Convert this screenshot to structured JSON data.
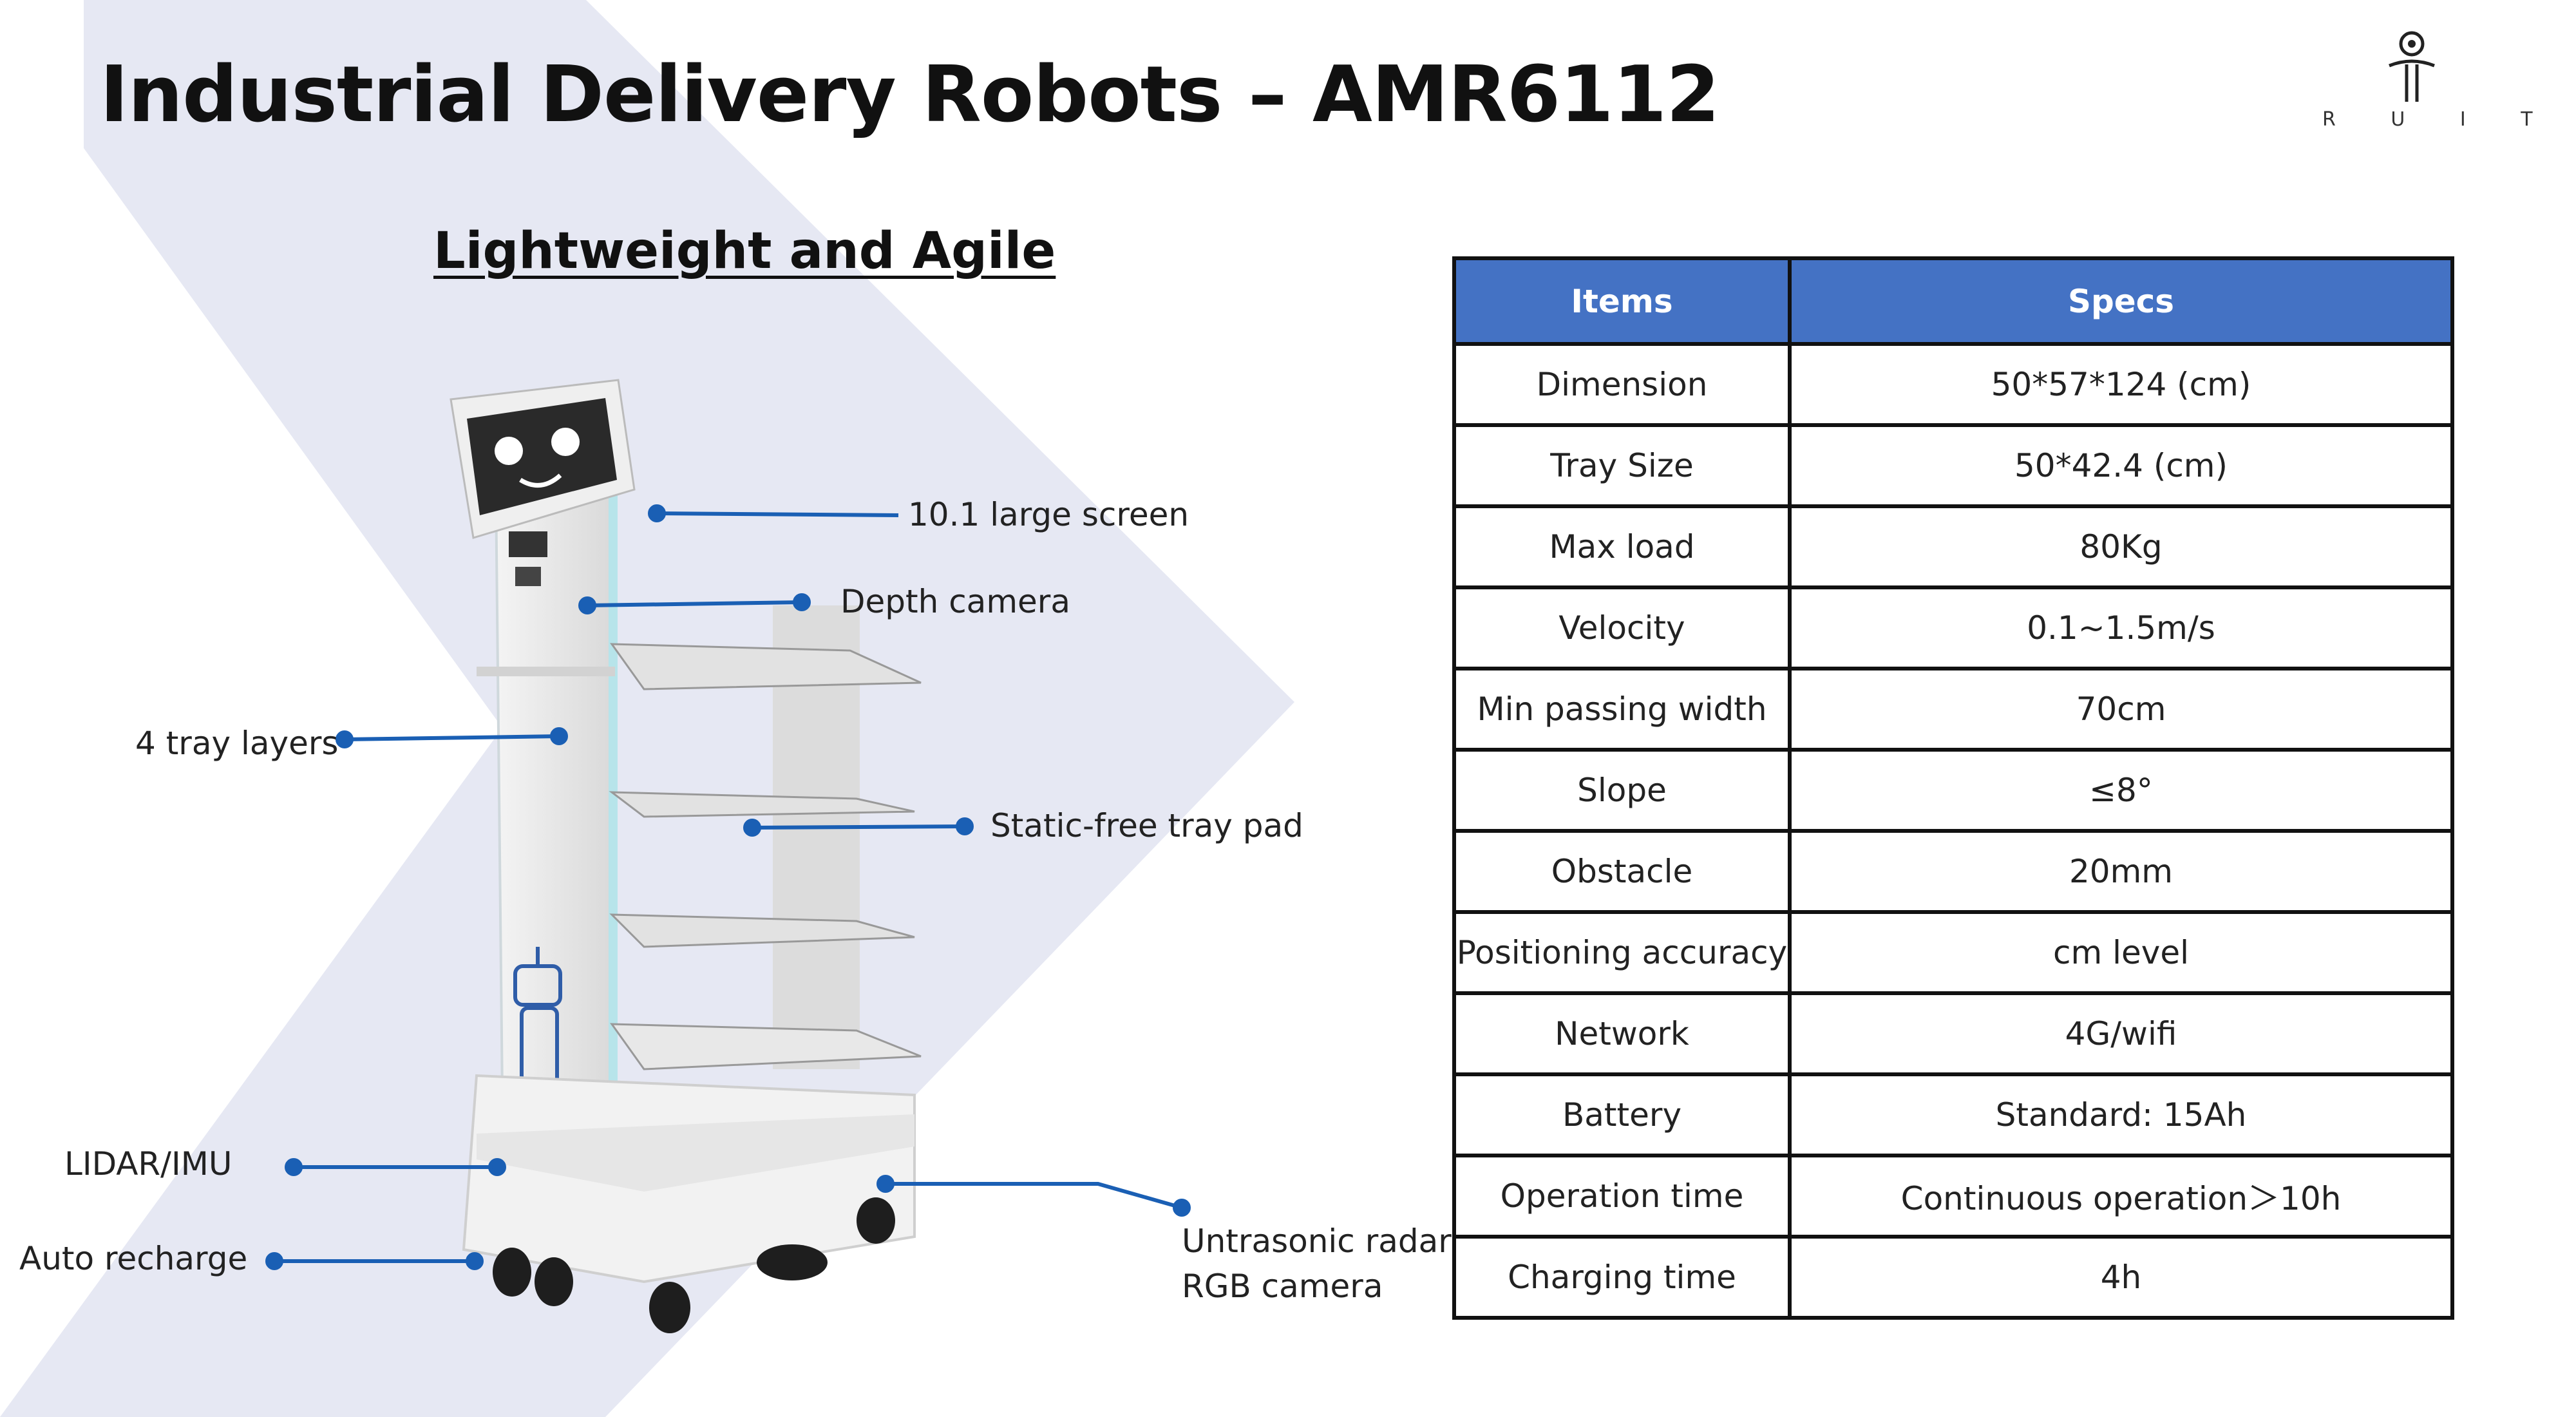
{
  "title": "Industrial Delivery Robots – AMR6112",
  "subtitle": "Lightweight and Agile",
  "logo": {
    "text": "R U I T A N",
    "icon": "ruitan-logo-icon"
  },
  "colors": {
    "header_blue": "#4472c4",
    "chevron": "#e6e8f3",
    "callout_line": "#1a5fb4"
  },
  "callouts": {
    "screen": "10.1 large screen",
    "depth_camera": "Depth camera",
    "tray_layers": "4 tray layers",
    "tray_pad": "Static-free tray pad",
    "lidar": "LIDAR/IMU",
    "recharge": "Auto recharge",
    "radar_line1": "Untrasonic radar",
    "radar_line2": "RGB camera"
  },
  "table": {
    "headers": [
      "Items",
      "Specs"
    ],
    "rows": [
      [
        "Dimension",
        "50*57*124 (cm)"
      ],
      [
        "Tray Size",
        "50*42.4 (cm)"
      ],
      [
        "Max load",
        "80Kg"
      ],
      [
        "Velocity",
        "0.1~1.5m/s"
      ],
      [
        "Min passing width",
        "70cm"
      ],
      [
        "Slope",
        "≤8°"
      ],
      [
        "Obstacle",
        "20mm"
      ],
      [
        "Positioning accuracy",
        "cm level"
      ],
      [
        "Network",
        "4G/wifi"
      ],
      [
        "Battery",
        "Standard: 15Ah"
      ],
      [
        "Operation time",
        "Continuous operation＞10h"
      ],
      [
        "Charging time",
        "4h"
      ]
    ]
  }
}
